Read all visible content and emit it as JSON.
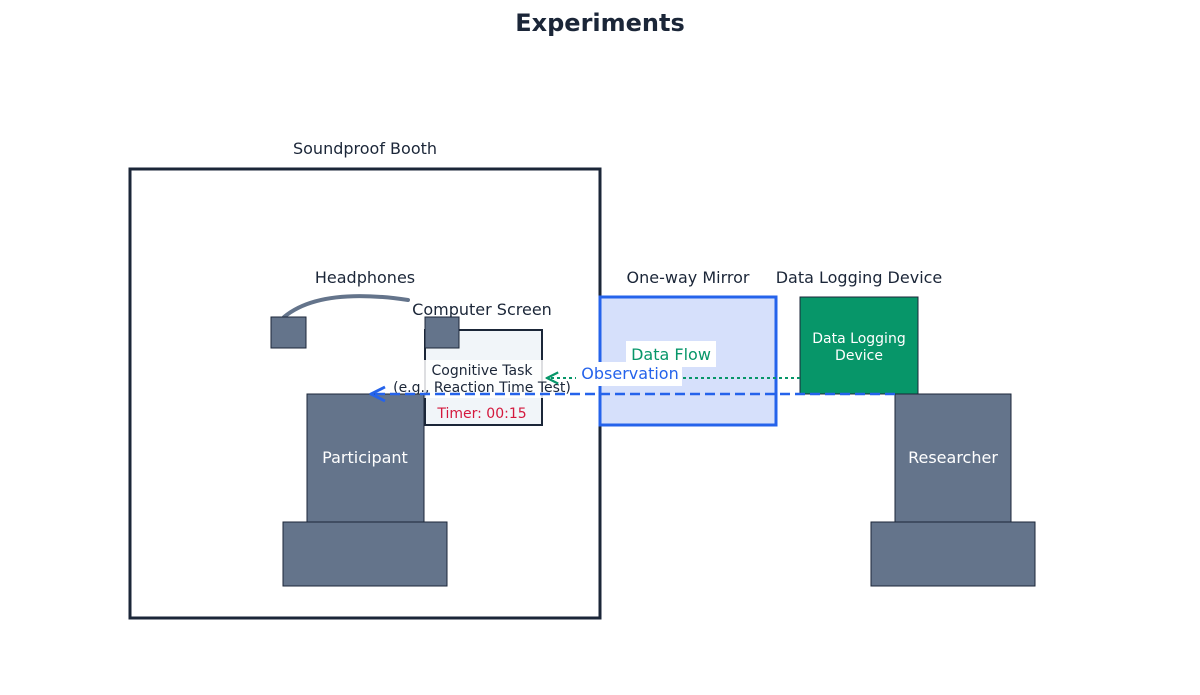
{
  "diagram": {
    "title": "Experiments",
    "booth_label": "Soundproof Booth",
    "headphones_label": "Headphones",
    "screen_label": "Computer Screen",
    "task_line1": "Cognitive Task",
    "task_line2": "(e.g., Reaction Time Test)",
    "timer": "Timer: 00:15",
    "participant_label": "Participant",
    "mirror_label": "One-way Mirror",
    "device_label": "Data Logging Device",
    "device_inner_line1": "Data Logging",
    "device_inner_line2": "Device",
    "researcher_label": "Researcher",
    "data_flow_label": "Data Flow",
    "observation_label": "Observation"
  },
  "colors": {
    "outline": "#1b2638",
    "person_fill": "#64748b",
    "mirror_fill": "#d6e0fb",
    "mirror_stroke": "#2563eb",
    "device_fill": "#079669",
    "observation_arrow": "#2563eb",
    "data_flow_arrow": "#079669",
    "timer_text": "#d4183d"
  }
}
